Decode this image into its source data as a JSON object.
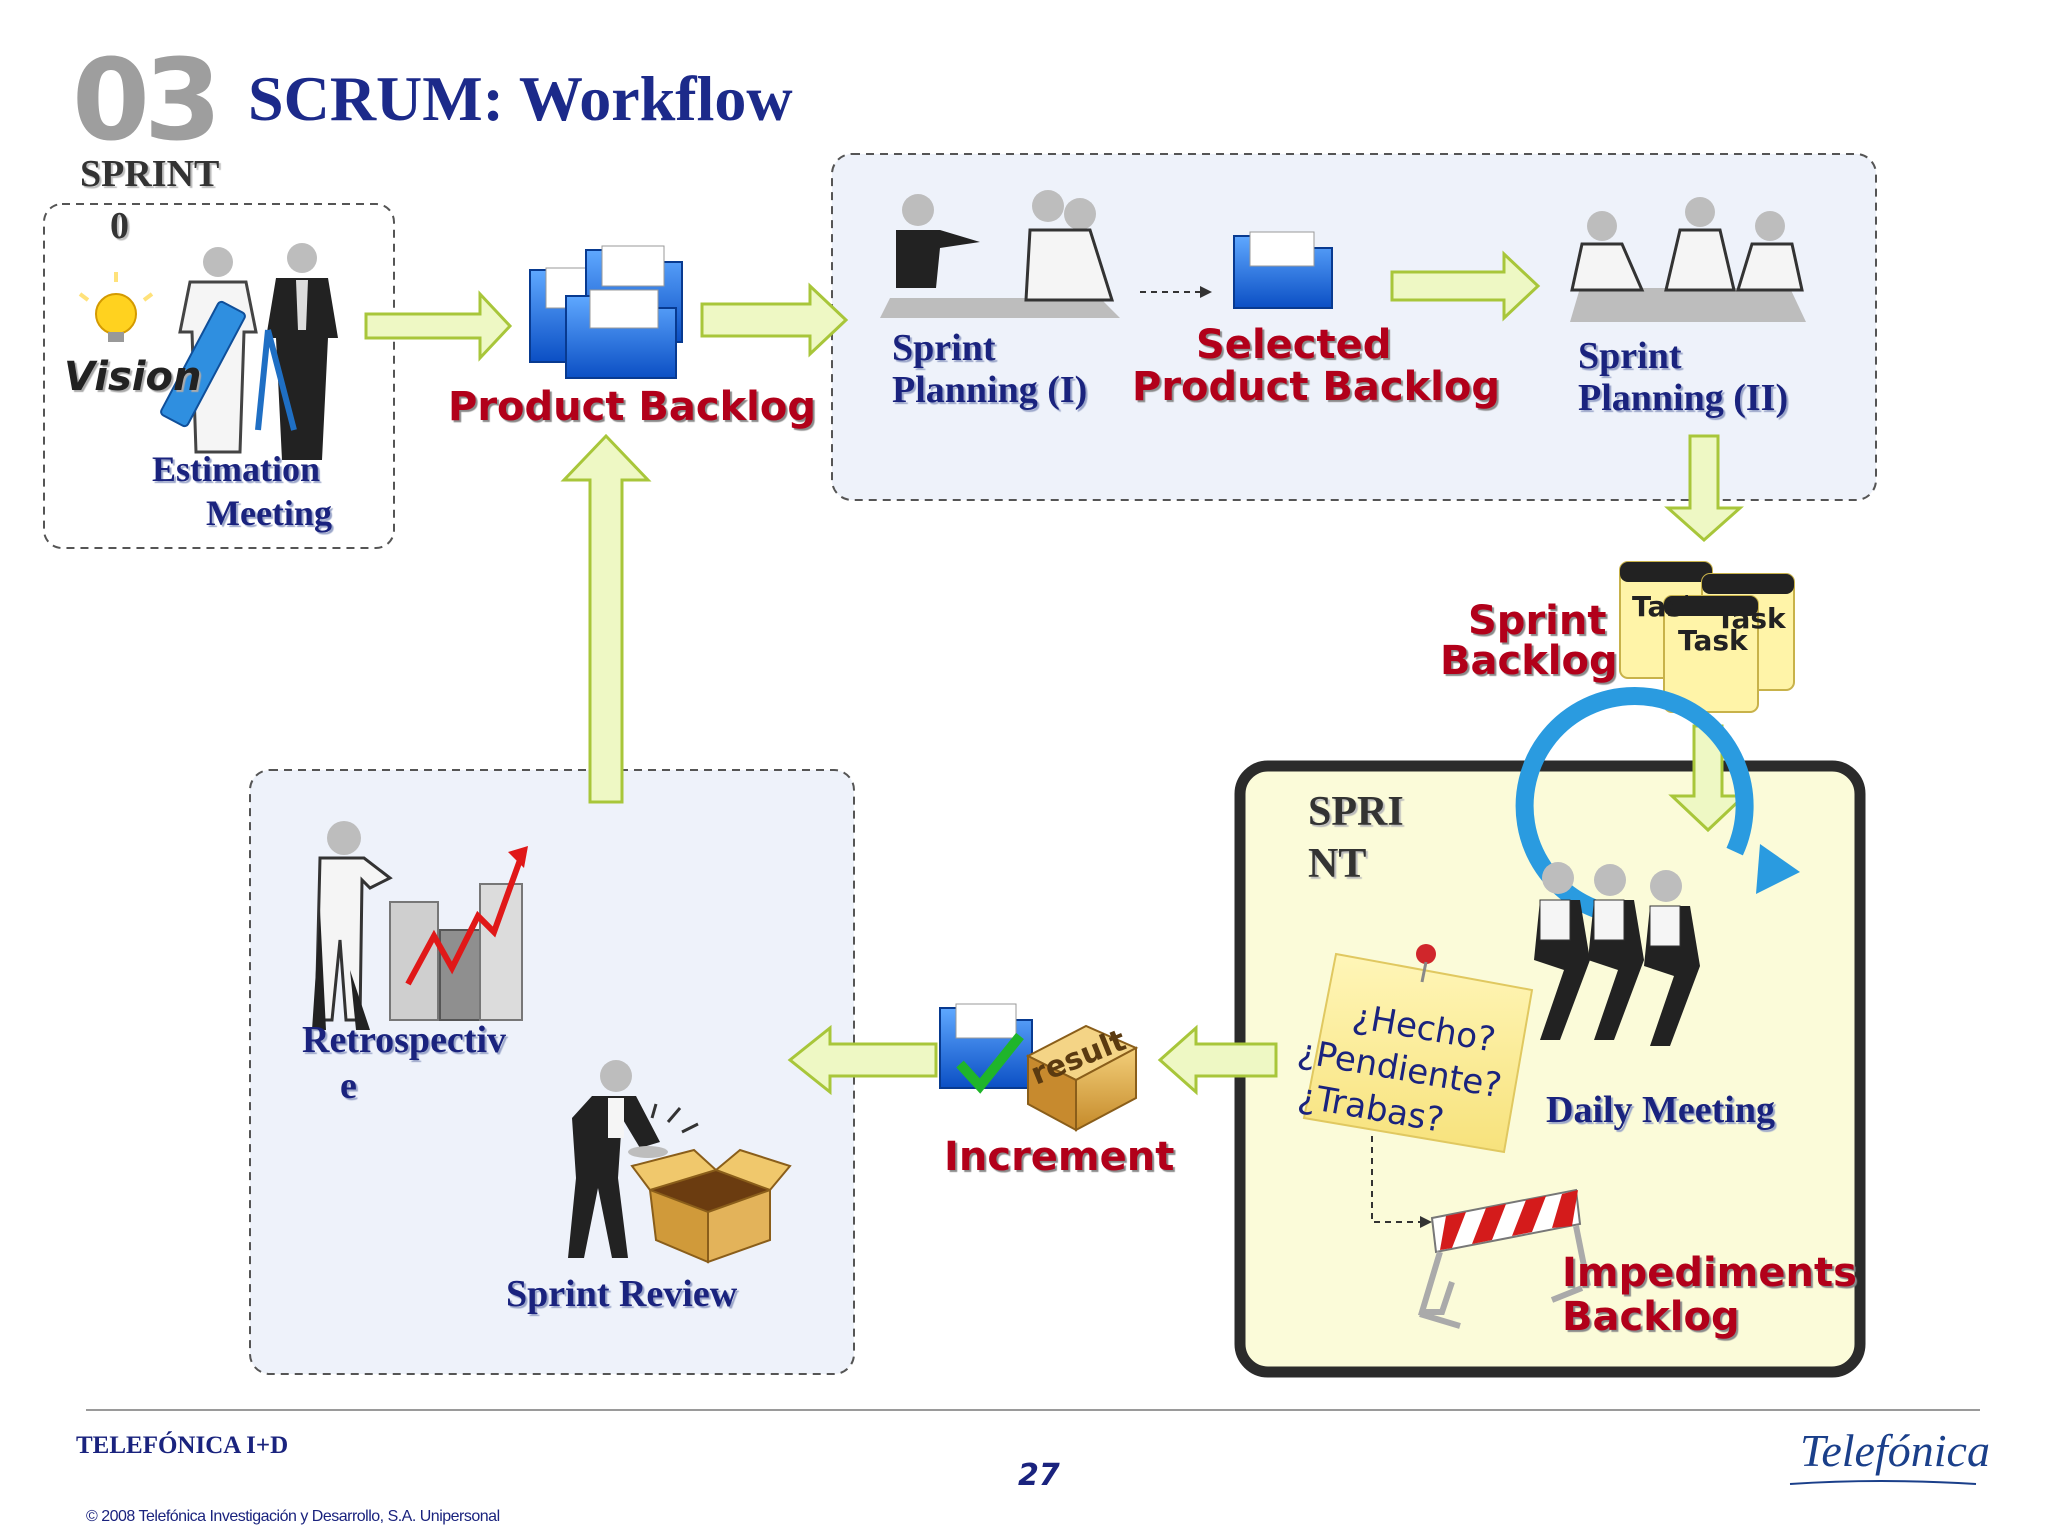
{
  "header": {
    "number": "03",
    "title": "SCRUM: Workflow"
  },
  "sprint0": {
    "label_line1": "SPRINT",
    "label_line2": "0",
    "vision": "Vision",
    "meeting_line1": "Estimation",
    "meeting_line2": "Meeting"
  },
  "product_backlog": "Product Backlog",
  "planning": {
    "p1_line1": "Sprint",
    "p1_line2": "Planning (I)",
    "selected_line1": "Selected",
    "selected_line2": "Product Backlog",
    "p2_line1": "Sprint",
    "p2_line2": "Planning (II)"
  },
  "sprint_backlog": {
    "line1": "Sprint",
    "line2": "Backlog",
    "tasks": [
      "Task",
      "Task",
      "Task"
    ]
  },
  "sprint": {
    "label_line1": "SPRI",
    "label_line2": "NT",
    "notes": [
      "¿Hecho?",
      "¿Pendiente?",
      "¿Trabas?"
    ],
    "daily": "Daily Meeting",
    "impediments_line1": "Impediments",
    "impediments_line2": "Backlog"
  },
  "increment": {
    "label": "Increment",
    "box_text": "result"
  },
  "review": {
    "retro_line1": "Retrospectiv",
    "retro_line2": "e",
    "review": "Sprint Review"
  },
  "footer": {
    "company": "TELEFÓNICA I+D",
    "page": "27",
    "copyright": "© 2008 Telefónica Investigación y Desarrollo, S.A. Unipersonal",
    "logo": "Telefónica"
  },
  "colors": {
    "title_blue": "#1c2a8a",
    "label_red": "#b2001a",
    "arrow_fill": "#eef8c4",
    "arrow_stroke": "#a8c63a",
    "panel_bg": "#eef2fa",
    "sprint_bg": "#fbfbd9"
  }
}
